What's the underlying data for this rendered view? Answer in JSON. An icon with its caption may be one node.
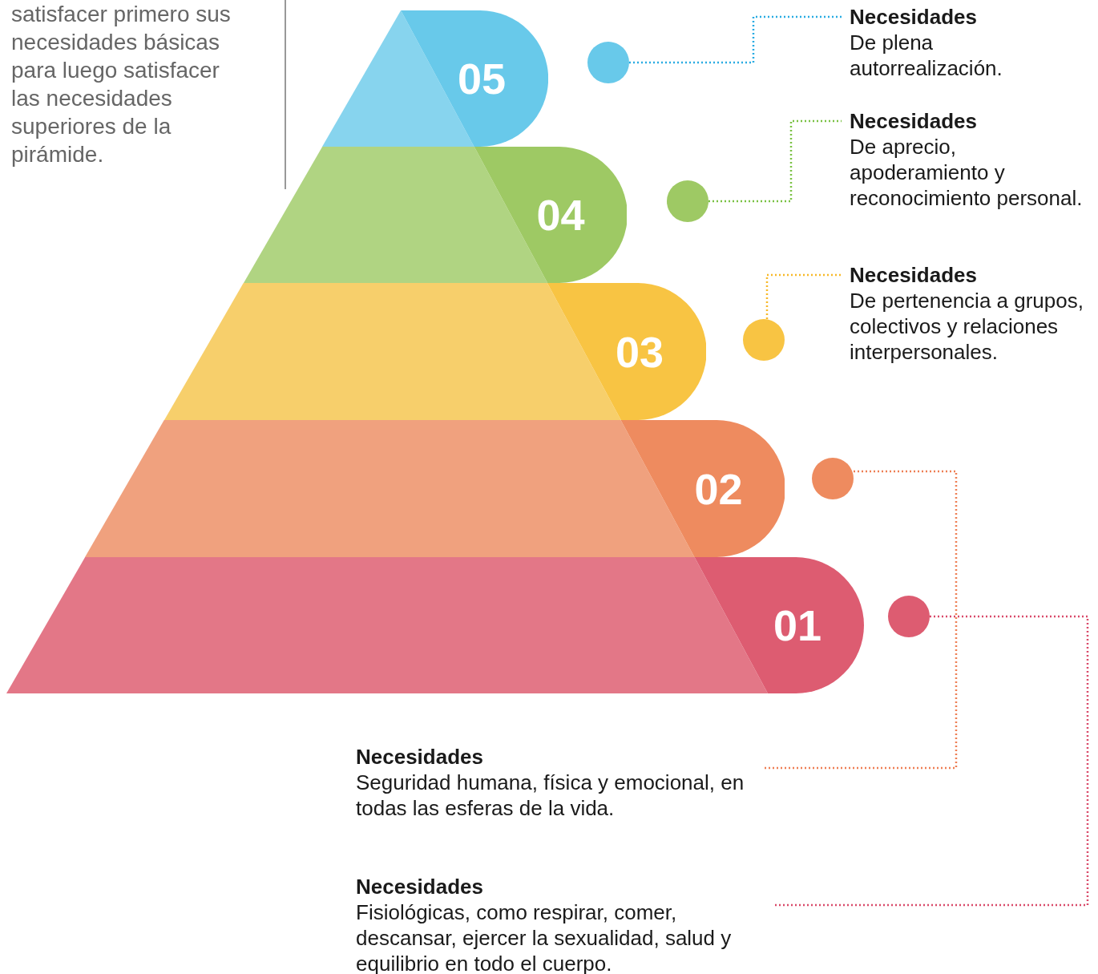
{
  "diagram": {
    "nodes": [
      {
        "text": [
          "05"
        ]
      },
      {
        "text": [
          "04"
        ]
      },
      {
        "text": [
          "03"
        ]
      },
      {
        "text": [
          "02"
        ]
      },
      {
        "text": [
          "01"
        ]
      },
      {
        "text": [],
        "shape": "circle"
      },
      {
        "text": [],
        "shape": "circle"
      },
      {
        "text": [],
        "shape": "circle"
      },
      {
        "text": [],
        "shape": "circle"
      },
      {
        "text": [],
        "shape": "circle"
      },
      {
        "text": [
          "Necesidades",
          "De plena autorrealización."
        ]
      },
      {
        "text": [
          "Necesidades",
          "De aprecio, apoderamiento y reconocimiento personal."
        ]
      },
      {
        "text": [
          "Necesidades",
          "De pertenencia a grupos, colectivos y relaciones interpersonales."
        ]
      },
      {
        "text": [
          "Necesidades",
          "Seguridad humana, física y emocional, en todas las esferas de la vida."
        ]
      },
      {
        "text": [
          "Necesidades",
          "Fisiológicas, como respirar, comer, descansar, ejercer la sexualidad, salud y equilibrio en todo el cuerpo."
        ]
      }
    ],
    "edges": [
      {
        "from": 5,
        "to": 10,
        "arrow": "none",
        "style": "dashed",
        "color": "#29abe2"
      },
      {
        "from": 6,
        "to": 11,
        "arrow": "none",
        "style": "dashed",
        "color": "#7ac143"
      },
      {
        "from": 7,
        "to": 12,
        "arrow": "none",
        "style": "dashed",
        "color": "#f7b928"
      },
      {
        "from": 8,
        "to": 13,
        "arrow": "none",
        "style": "dashed",
        "color": "#ee7f55"
      },
      {
        "from": 9,
        "to": 14,
        "arrow": "none",
        "style": "dashed",
        "color": "#d94a6a"
      }
    ],
    "labels": [
      "satisfacer primero sus necesidades básicas para luego satisfacer las necesidades superiores de la pirámide."
    ]
  }
}
